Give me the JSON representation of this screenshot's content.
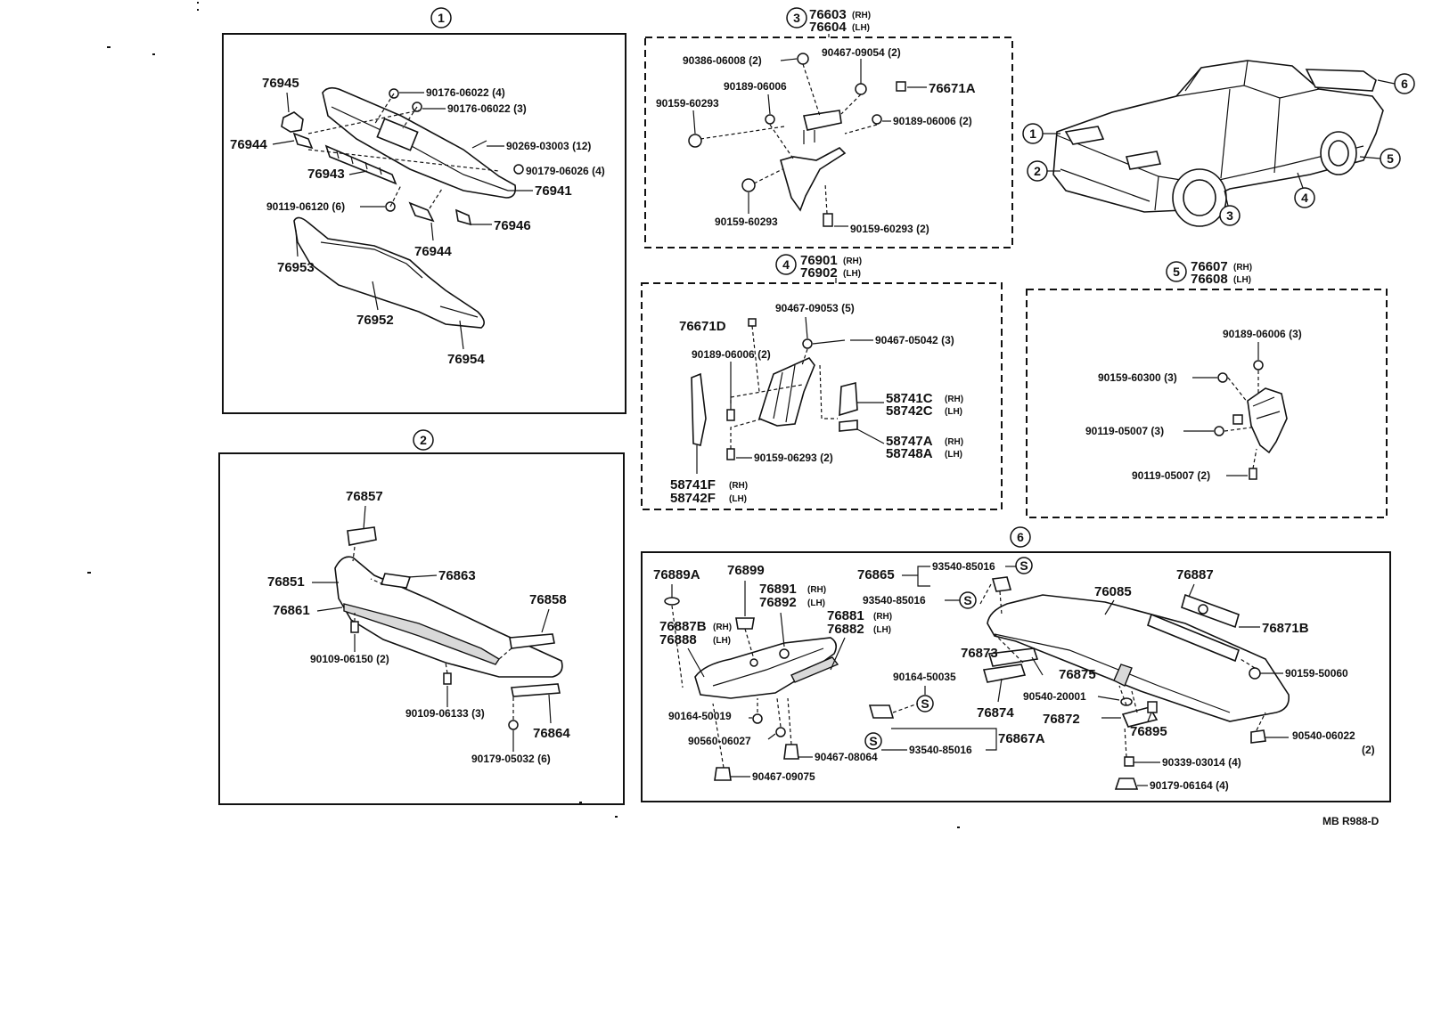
{
  "sections": {
    "s1": {
      "marker": "1",
      "labels": {
        "p76945": "76945",
        "p76944a": "76944",
        "p76943": "76943",
        "b90119": "90119-06120 (6)",
        "b90176a": "90176-06022 (4)",
        "b90176b": "90176-06022 (3)",
        "b90269": "90269-03003 (12)",
        "b90179": "90179-06026 (4)",
        "p76941": "76941",
        "p76946": "76946",
        "p76944b": "76944",
        "p76953": "76953",
        "p76952": "76952",
        "p76954": "76954"
      }
    },
    "s2": {
      "marker": "2",
      "labels": {
        "p76857": "76857",
        "p76851": "76851",
        "p76863": "76863",
        "p76861": "76861",
        "p76858": "76858",
        "b90109a": "90109-06150 (2)",
        "b90109b": "90109-06133 (3)",
        "p76864": "76864",
        "b90179": "90179-05032 (6)"
      }
    },
    "s3": {
      "marker": "3",
      "title_rh": "76603",
      "title_lh": "76604",
      "rh": "(RH)",
      "lh": "(LH)",
      "labels": {
        "b90386": "90386-06008 (2)",
        "b90467": "90467-09054 (2)",
        "p76671a": "76671A",
        "b90189a": "90189-06006",
        "b90159a": "90159-60293",
        "b90189b": "90189-06006 (2)",
        "b90159b": "90159-60293",
        "b90159c": "90159-60293 (2)"
      }
    },
    "s4": {
      "marker": "4",
      "title_rh": "76901",
      "title_lh": "76902",
      "rh": "(RH)",
      "lh": "(LH)",
      "labels": {
        "b90467a": "90467-09053 (5)",
        "p76671d": "76671D",
        "b90467b": "90467-05042 (3)",
        "b90189": "90189-06006 (2)",
        "p58741c": "58741C",
        "p58742c": "58742C",
        "p58747a": "58747A",
        "p58748a": "58748A",
        "b90159": "90159-06293 (2)",
        "p58741f": "58741F",
        "p58742f": "58742F",
        "rh": "(RH)",
        "lh": "(LH)"
      }
    },
    "s5": {
      "marker": "5",
      "title_rh": "76607",
      "title_lh": "76608",
      "rh": "(RH)",
      "lh": "(LH)",
      "labels": {
        "b90189": "90189-06006 (3)",
        "b90159": "90159-60300 (3)",
        "b90119a": "90119-05007 (3)",
        "b90119b": "90119-05007 (2)"
      }
    },
    "s6": {
      "marker": "6",
      "labels": {
        "p76889a": "76889A",
        "p76899": "76899",
        "p76891": "76891",
        "p76892": "76892",
        "p76865": "76865",
        "b93540a": "93540-85016",
        "b93540b": "93540-85016",
        "p76085": "76085",
        "p76887": "76887",
        "p76871b": "76871B",
        "p76887b": "76887B",
        "p76888": "76888",
        "p76881": "76881",
        "p76882": "76882",
        "p76873": "76873",
        "p76875": "76875",
        "b90159": "90159-50060",
        "b90164a": "90164-50035",
        "b90540a": "90540-20001",
        "p76874": "76874",
        "p76872": "76872",
        "p76895": "76895",
        "b90164b": "90164-50019",
        "b90560": "90560-06027",
        "b90540b": "90540-06022",
        "b90540b_qty": "(2)",
        "b93540c": "93540-85016",
        "p76867a": "76867A",
        "b90467a": "90467-08064",
        "b90339": "90339-03014 (4)",
        "b90467b": "90467-09075",
        "b90179": "90179-06164 (4)",
        "rh": "(RH)",
        "lh": "(LH)",
        "s_mark": "S"
      }
    }
  },
  "car_markers": [
    "1",
    "2",
    "3",
    "4",
    "5",
    "6"
  ],
  "footer_code": "MB R988-D"
}
